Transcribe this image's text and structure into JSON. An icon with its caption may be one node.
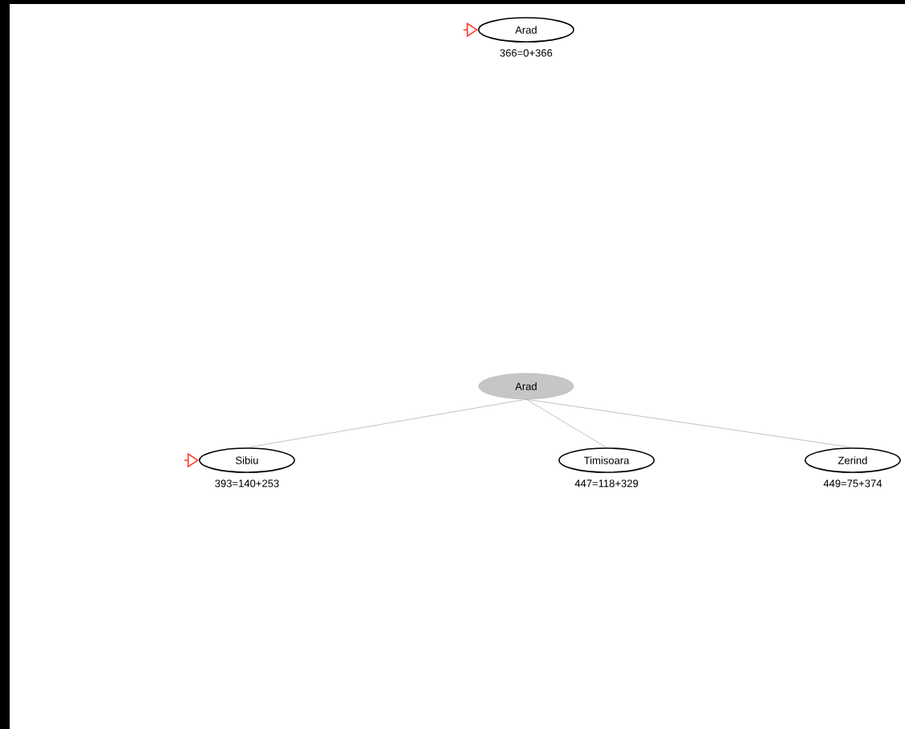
{
  "diagram": {
    "nodes": [
      {
        "text": [
          "Arad"
        ],
        "beside": [
          "366=0+366"
        ]
      },
      {
        "text": [
          "Arad"
        ]
      },
      {
        "text": [
          "Sibiu"
        ],
        "beside": [
          "393=140+253"
        ]
      },
      {
        "text": [
          "Timisoara"
        ],
        "beside": [
          "447=118+329"
        ]
      },
      {
        "text": [
          "Zerind"
        ],
        "beside": [
          "449=75+374"
        ]
      }
    ],
    "edges": [
      {
        "from": 1,
        "to": 2,
        "arrow": "none"
      },
      {
        "from": 1,
        "to": 3,
        "arrow": "none"
      },
      {
        "from": 1,
        "to": 4,
        "arrow": "none"
      },
      {
        "from": null,
        "to": 0,
        "arrow": "to",
        "color": "#ff3020"
      },
      {
        "from": null,
        "to": 2,
        "arrow": "to",
        "color": "#ff3020"
      }
    ]
  }
}
